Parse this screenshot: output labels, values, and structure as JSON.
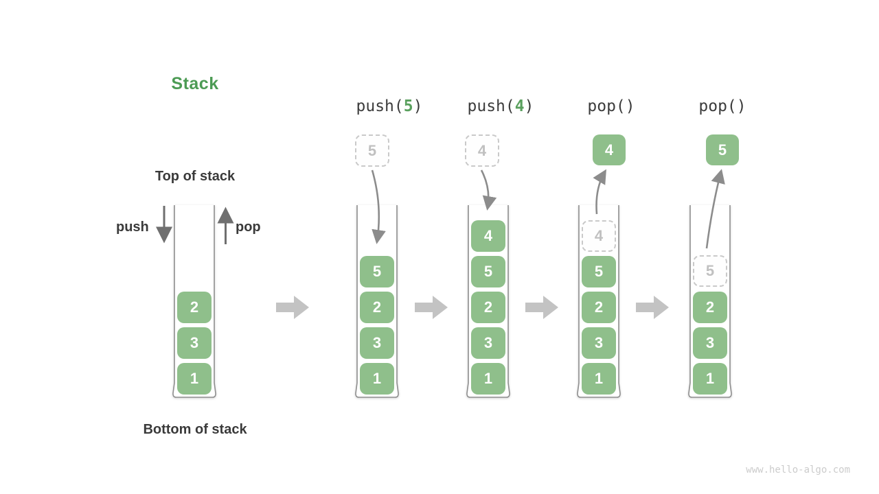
{
  "title": {
    "text": "Stack"
  },
  "legend": {
    "top_label": "Top of stack",
    "bottom_label": "Bottom of stack",
    "push_label": "push",
    "pop_label": "pop"
  },
  "colors": {
    "title_green": "#4c9b54",
    "block_green": "#8fbf8b",
    "block_text": "#ffffff",
    "op_arg_green": "#5aa05e",
    "label_dark": "#3a3a3a",
    "ghost_border": "#c9c9c9",
    "ghost_text": "#c0c0c0",
    "container_stroke": "#8e8e8e",
    "flow_arrow_gray": "#c3c3c3",
    "curve_arrow_gray": "#8c8c8c"
  },
  "columns": [
    {
      "id": "initial",
      "blocks": [
        "2",
        "3",
        "1"
      ]
    },
    {
      "id": "push-5",
      "op_pre": "push(",
      "op_arg": "5",
      "op_post": ")",
      "ghost": "5",
      "blocks": [
        "5",
        "2",
        "3",
        "1"
      ]
    },
    {
      "id": "push-4",
      "op_pre": "push(",
      "op_arg": "4",
      "op_post": ")",
      "ghost": "4",
      "blocks": [
        "4",
        "5",
        "2",
        "3",
        "1"
      ]
    },
    {
      "id": "pop-4",
      "op_pre": "pop(",
      "op_arg": "",
      "op_post": ")",
      "popped": "4",
      "stack_ghost": "4",
      "blocks": [
        "5",
        "2",
        "3",
        "1"
      ]
    },
    {
      "id": "pop-5",
      "op_pre": "pop(",
      "op_arg": "",
      "op_post": ")",
      "popped": "5",
      "stack_ghost": "5",
      "blocks": [
        "2",
        "3",
        "1"
      ]
    }
  ],
  "watermark": "www.hello-algo.com"
}
